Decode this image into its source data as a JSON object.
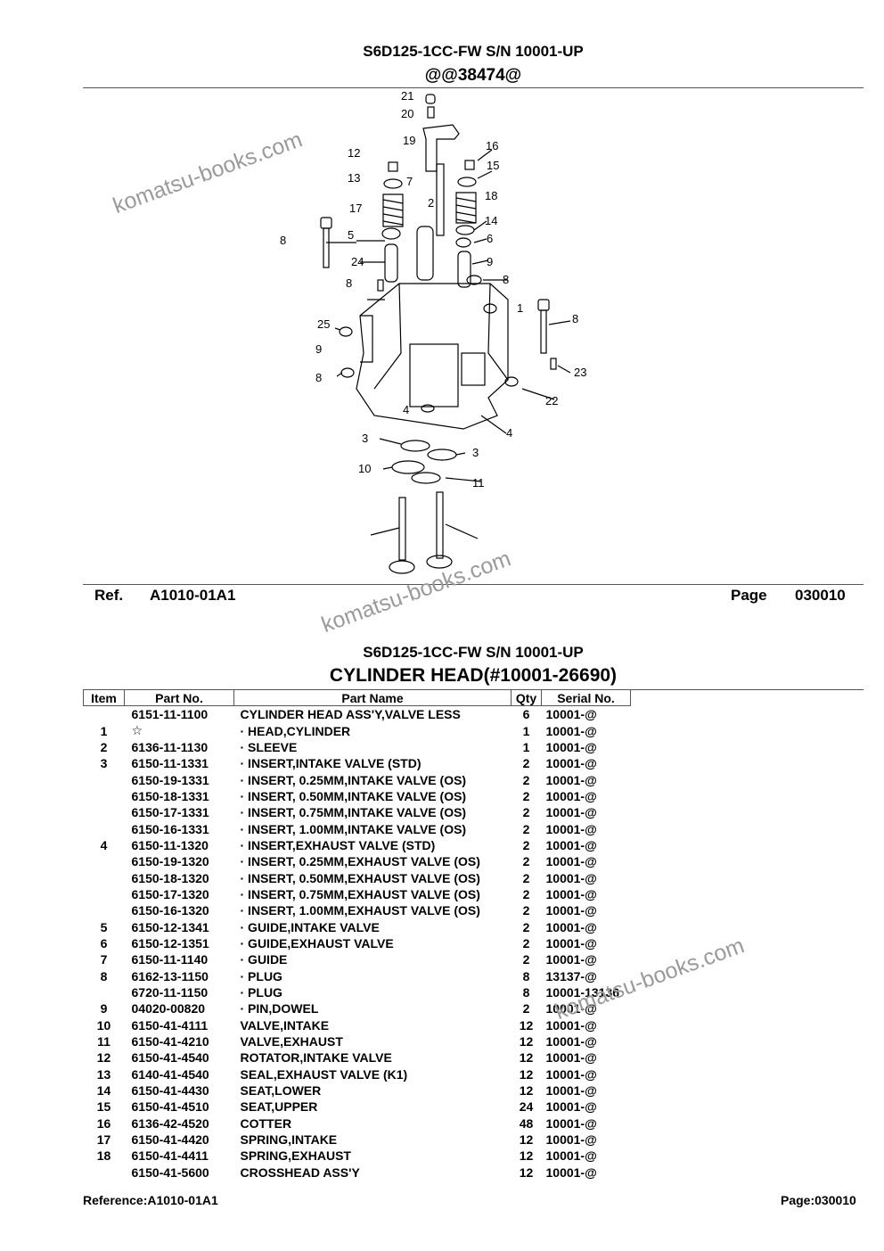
{
  "header": {
    "model": "S6D125-1CC-FW S/N 10001-UP",
    "code": "@@38474@"
  },
  "ref_row": {
    "ref_label": "Ref.",
    "ref_value": "A1010-01A1",
    "page_label": "Page",
    "page_value": "030010"
  },
  "diagram": {
    "callouts": [
      "21",
      "20",
      "19",
      "7",
      "2",
      "16",
      "15",
      "17",
      "18",
      "14",
      "12",
      "13",
      "5",
      "6",
      "24",
      "9",
      "8",
      "8",
      "8",
      "25",
      "1",
      "8",
      "9",
      "8",
      "23",
      "22",
      "4",
      "4",
      "3",
      "3",
      "10",
      "11"
    ]
  },
  "parts_section": {
    "model": "S6D125-1CC-FW S/N 10001-UP",
    "title": "CYLINDER HEAD(#10001-26690)"
  },
  "table": {
    "headers": {
      "item": "Item",
      "part_no": "Part No.",
      "part_name": "Part Name",
      "qty": "Qty",
      "serial": "Serial No."
    },
    "rows": [
      {
        "item": "",
        "part_no": "6151-11-1100",
        "name": "CYLINDER HEAD ASS'Y,VALVE LESS",
        "qty": "6",
        "serial": "10001-@"
      },
      {
        "item": "1",
        "part_no": "☆",
        "name": "· HEAD,CYLINDER",
        "qty": "1",
        "serial": "10001-@"
      },
      {
        "item": "2",
        "part_no": "6136-11-1130",
        "name": "· SLEEVE",
        "qty": "1",
        "serial": "10001-@"
      },
      {
        "item": "3",
        "part_no": "6150-11-1331",
        "name": "· INSERT,INTAKE VALVE (STD)",
        "qty": "2",
        "serial": "10001-@"
      },
      {
        "item": "",
        "part_no": "6150-19-1331",
        "name": "· INSERT, 0.25MM,INTAKE VALVE (OS)",
        "qty": "2",
        "serial": "10001-@"
      },
      {
        "item": "",
        "part_no": "6150-18-1331",
        "name": "· INSERT, 0.50MM,INTAKE VALVE (OS)",
        "qty": "2",
        "serial": "10001-@"
      },
      {
        "item": "",
        "part_no": "6150-17-1331",
        "name": "· INSERT, 0.75MM,INTAKE VALVE (OS)",
        "qty": "2",
        "serial": "10001-@"
      },
      {
        "item": "",
        "part_no": "6150-16-1331",
        "name": "· INSERT, 1.00MM,INTAKE VALVE (OS)",
        "qty": "2",
        "serial": "10001-@"
      },
      {
        "item": "4",
        "part_no": "6150-11-1320",
        "name": "· INSERT,EXHAUST VALVE (STD)",
        "qty": "2",
        "serial": "10001-@"
      },
      {
        "item": "",
        "part_no": "6150-19-1320",
        "name": "· INSERT, 0.25MM,EXHAUST VALVE (OS)",
        "qty": "2",
        "serial": "10001-@"
      },
      {
        "item": "",
        "part_no": "6150-18-1320",
        "name": "· INSERT, 0.50MM,EXHAUST VALVE (OS)",
        "qty": "2",
        "serial": "10001-@"
      },
      {
        "item": "",
        "part_no": "6150-17-1320",
        "name": "· INSERT, 0.75MM,EXHAUST VALVE (OS)",
        "qty": "2",
        "serial": "10001-@"
      },
      {
        "item": "",
        "part_no": "6150-16-1320",
        "name": "· INSERT, 1.00MM,EXHAUST VALVE (OS)",
        "qty": "2",
        "serial": "10001-@"
      },
      {
        "item": "5",
        "part_no": "6150-12-1341",
        "name": "· GUIDE,INTAKE VALVE",
        "qty": "2",
        "serial": "10001-@"
      },
      {
        "item": "6",
        "part_no": "6150-12-1351",
        "name": "· GUIDE,EXHAUST VALVE",
        "qty": "2",
        "serial": "10001-@"
      },
      {
        "item": "7",
        "part_no": "6150-11-1140",
        "name": "· GUIDE",
        "qty": "2",
        "serial": "10001-@"
      },
      {
        "item": "8",
        "part_no": "6162-13-1150",
        "name": "· PLUG",
        "qty": "8",
        "serial": "13137-@"
      },
      {
        "item": "",
        "part_no": "6720-11-1150",
        "name": "· PLUG",
        "qty": "8",
        "serial": "10001-13136"
      },
      {
        "item": "9",
        "part_no": "04020-00820",
        "name": "· PIN,DOWEL",
        "qty": "2",
        "serial": "10001-@"
      },
      {
        "item": "10",
        "part_no": "6150-41-4111",
        "name": "VALVE,INTAKE",
        "qty": "12",
        "serial": "10001-@"
      },
      {
        "item": "11",
        "part_no": "6150-41-4210",
        "name": "VALVE,EXHAUST",
        "qty": "12",
        "serial": "10001-@"
      },
      {
        "item": "12",
        "part_no": "6150-41-4540",
        "name": "ROTATOR,INTAKE VALVE",
        "qty": "12",
        "serial": "10001-@"
      },
      {
        "item": "13",
        "part_no": "6140-41-4540",
        "name": "SEAL,EXHAUST VALVE (K1)",
        "qty": "12",
        "serial": "10001-@"
      },
      {
        "item": "14",
        "part_no": "6150-41-4430",
        "name": "SEAT,LOWER",
        "qty": "12",
        "serial": "10001-@"
      },
      {
        "item": "15",
        "part_no": "6150-41-4510",
        "name": "SEAT,UPPER",
        "qty": "24",
        "serial": "10001-@"
      },
      {
        "item": "16",
        "part_no": "6136-42-4520",
        "name": "COTTER",
        "qty": "48",
        "serial": "10001-@"
      },
      {
        "item": "17",
        "part_no": "6150-41-4420",
        "name": "SPRING,INTAKE",
        "qty": "12",
        "serial": "10001-@"
      },
      {
        "item": "18",
        "part_no": "6150-41-4411",
        "name": "SPRING,EXHAUST",
        "qty": "12",
        "serial": "10001-@"
      },
      {
        "item": "",
        "part_no": "6150-41-5600",
        "name": "CROSSHEAD ASS'Y",
        "qty": "12",
        "serial": "10001-@"
      }
    ]
  },
  "footer": {
    "reference": "Reference:A1010-01A1",
    "page": "Page:030010"
  },
  "watermark": "komatsu-books.com"
}
